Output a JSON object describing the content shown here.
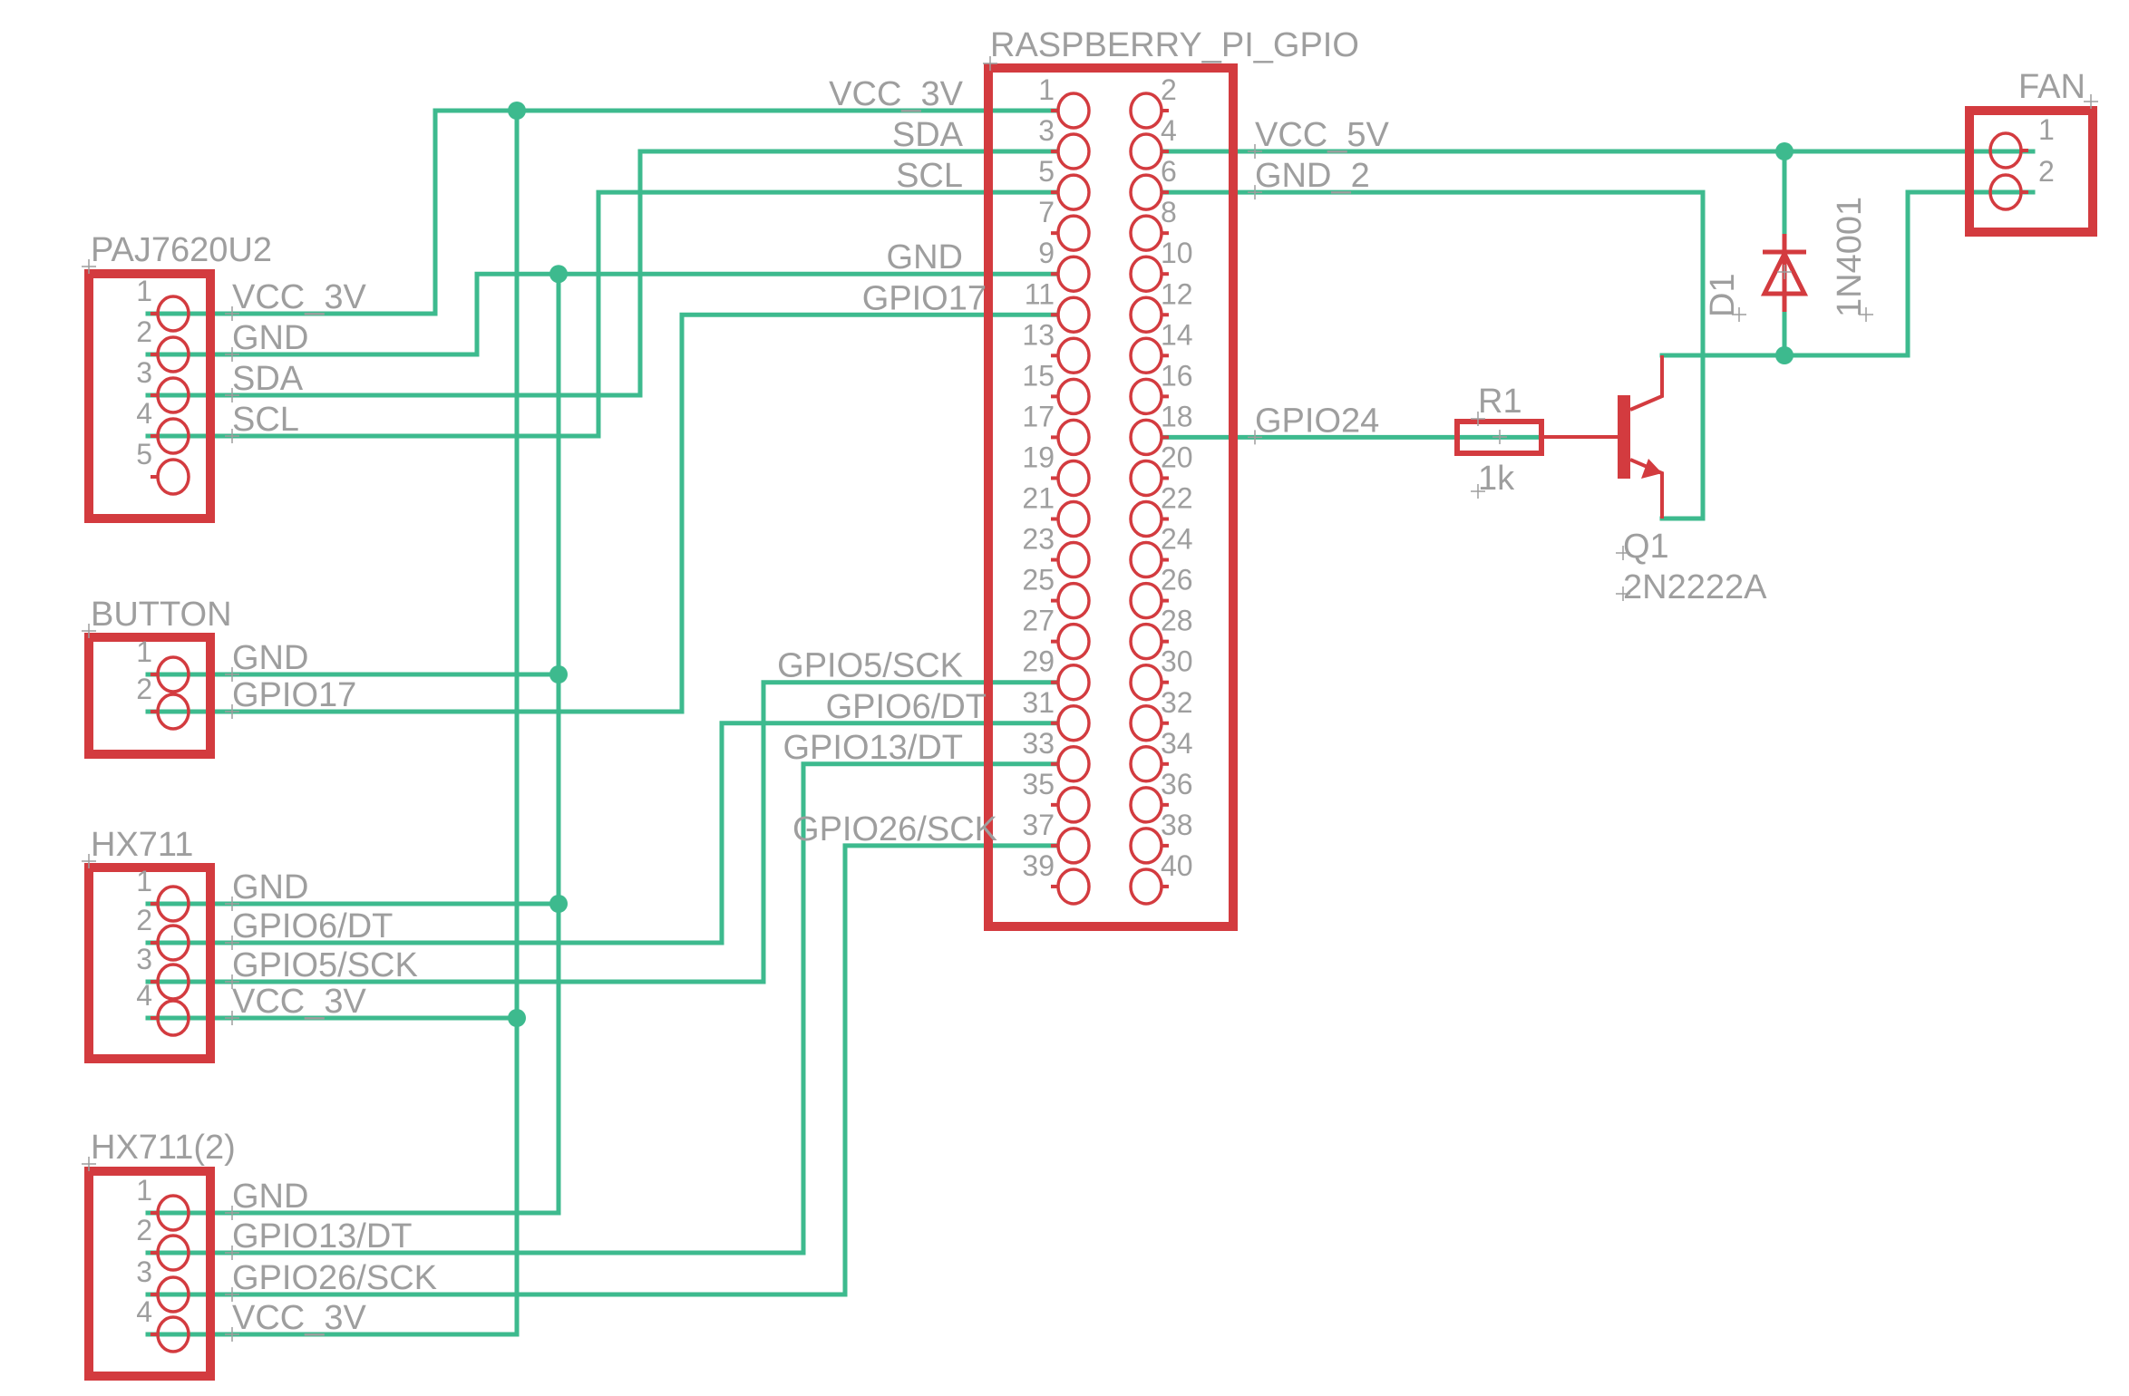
{
  "title": "Raspberry Pi GPIO schematic",
  "colors": {
    "wire": "#3dba8e",
    "part": "#d33b3f",
    "text": "#9e9e9e",
    "background": "#ffffff"
  },
  "gpio_header": {
    "name": "RASPBERRY_PI_GPIO",
    "pin_count": 40,
    "left_nets": [
      {
        "pin": "1",
        "net": "VCC_3V"
      },
      {
        "pin": "3",
        "net": "SDA"
      },
      {
        "pin": "5",
        "net": "SCL"
      },
      {
        "pin": "9",
        "net": "GND"
      },
      {
        "pin": "11",
        "net": "GPIO17"
      },
      {
        "pin": "29",
        "net": "GPIO5/SCK"
      },
      {
        "pin": "31",
        "net": "GPIO6/DT"
      },
      {
        "pin": "33",
        "net": "GPIO13/DT"
      },
      {
        "pin": "37",
        "net": "GPIO26/SCK"
      }
    ],
    "right_nets": [
      {
        "pin": "4",
        "net": "VCC_5V"
      },
      {
        "pin": "6",
        "net": "GND_2"
      },
      {
        "pin": "18",
        "net": "GPIO24"
      }
    ]
  },
  "connectors": [
    {
      "name": "PAJ7620U2",
      "pins": [
        {
          "num": "1",
          "net": "VCC_3V"
        },
        {
          "num": "2",
          "net": "GND"
        },
        {
          "num": "3",
          "net": "SDA"
        },
        {
          "num": "4",
          "net": "SCL"
        },
        {
          "num": "5",
          "net": ""
        }
      ]
    },
    {
      "name": "BUTTON",
      "pins": [
        {
          "num": "1",
          "net": "GND"
        },
        {
          "num": "2",
          "net": "GPIO17"
        }
      ]
    },
    {
      "name": "HX711",
      "pins": [
        {
          "num": "1",
          "net": "GND"
        },
        {
          "num": "2",
          "net": "GPIO6/DT"
        },
        {
          "num": "3",
          "net": "GPIO5/SCK"
        },
        {
          "num": "4",
          "net": "VCC_3V"
        }
      ]
    },
    {
      "name": "HX711(2)",
      "pins": [
        {
          "num": "1",
          "net": "GND"
        },
        {
          "num": "2",
          "net": "GPIO13/DT"
        },
        {
          "num": "3",
          "net": "GPIO26/SCK"
        },
        {
          "num": "4",
          "net": "VCC_3V"
        }
      ]
    }
  ],
  "fan": {
    "name": "FAN",
    "pins": [
      "1",
      "2"
    ]
  },
  "resistor": {
    "ref": "R1",
    "value": "1k"
  },
  "transistor": {
    "ref": "Q1",
    "value": "2N2222A"
  },
  "diode": {
    "ref": "D1",
    "value": "1N4001"
  }
}
